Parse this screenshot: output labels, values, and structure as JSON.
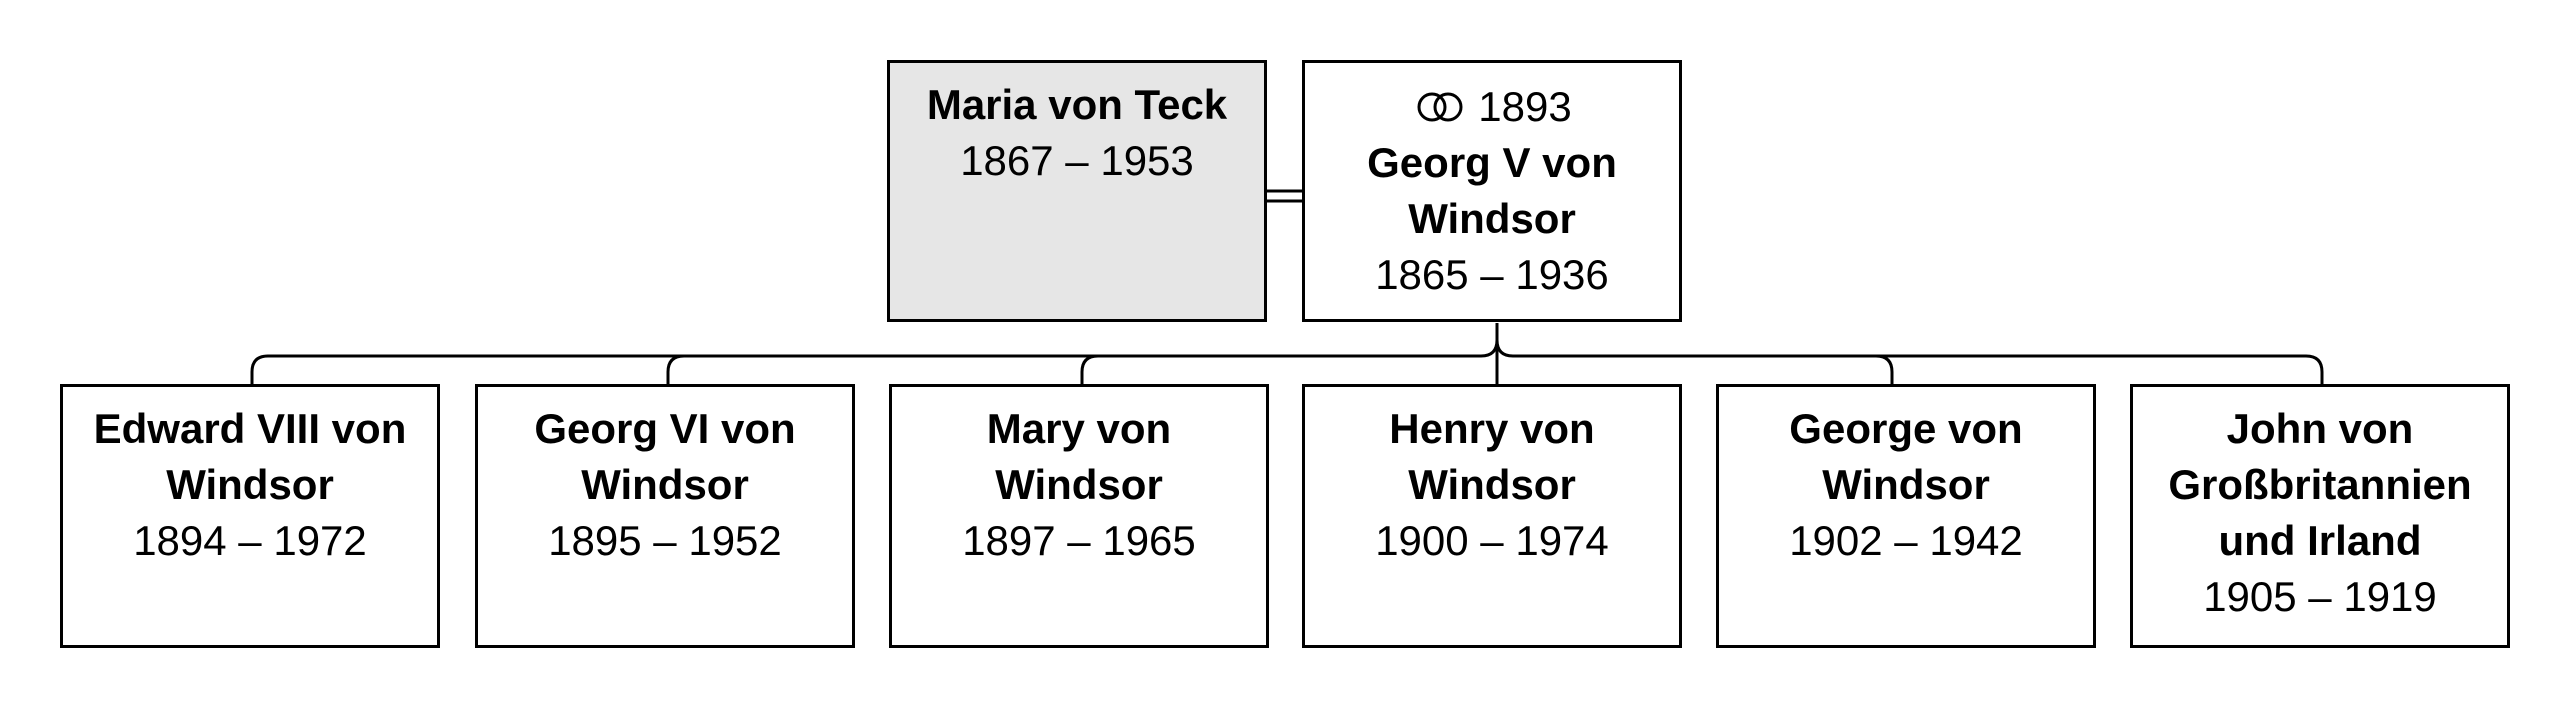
{
  "couple": {
    "spouse": {
      "name": "Maria von Teck",
      "years": "1867 – 1953"
    },
    "main": {
      "marriage_year": "1893",
      "marriage_icon": "rings-icon",
      "name_line1": "Georg V von",
      "name_line2": "Windsor",
      "years": "1865 – 1936"
    }
  },
  "children": [
    {
      "name_line1": "Edward VIII von",
      "name_line2": "Windsor",
      "years": "1894 – 1972"
    },
    {
      "name_line1": "Georg VI von",
      "name_line2": "Windsor",
      "years": "1895 – 1952"
    },
    {
      "name_line1": "Mary von",
      "name_line2": "Windsor",
      "years": "1897 – 1965"
    },
    {
      "name_line1": "Henry von",
      "name_line2": "Windsor",
      "years": "1900 – 1974"
    },
    {
      "name_line1": "George von",
      "name_line2": "Windsor",
      "years": "1902 – 1942"
    },
    {
      "name_line1": "John von",
      "name_line2": "Großbritannien",
      "name_line3": "und Irland",
      "years": "1905 – 1919"
    }
  ],
  "colors": {
    "spouse_fill": "#e6e6e6",
    "box_fill": "#ffffff",
    "line": "#000000"
  }
}
